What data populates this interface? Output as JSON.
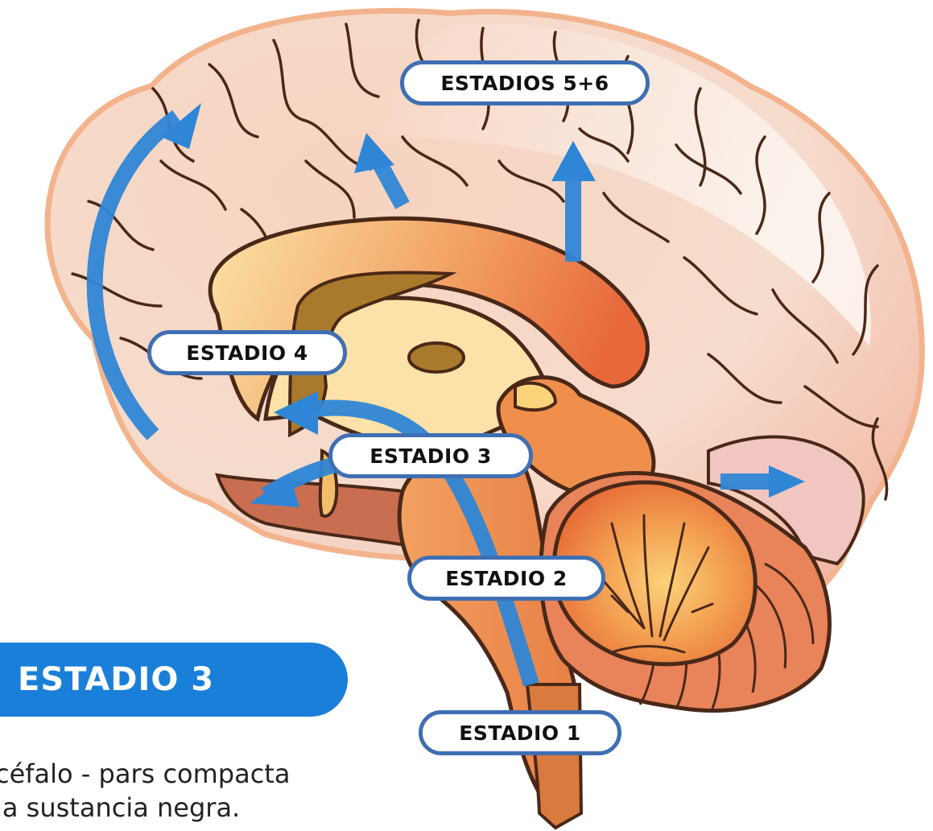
{
  "stages": {
    "stage_56": "ESTADIOS 5+6",
    "stage_4": "ESTADIO 4",
    "stage_3": "ESTADIO 3",
    "stage_2": "ESTADIO 2",
    "stage_1": "ESTADIO 1"
  },
  "current": {
    "title": "ESTADIO 3",
    "caption_line1": "céfalo - pars compacta",
    "caption_line2": "la sustancia negra."
  },
  "colors": {
    "arrow": "#2f86d6",
    "label_border": "#3f6fb3",
    "banner": "#1a7fd9",
    "outline": "#4a2818"
  },
  "icons": [
    "brain-illustration",
    "spread-arrow-icon"
  ]
}
